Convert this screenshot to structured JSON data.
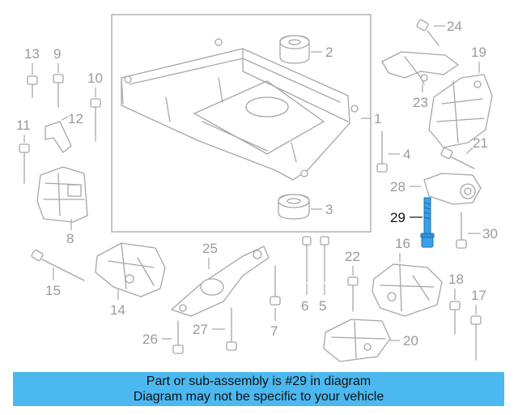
{
  "diagram": {
    "callouts": [
      "1",
      "2",
      "3",
      "4",
      "5",
      "6",
      "7",
      "8",
      "9",
      "10",
      "11",
      "12",
      "13",
      "14",
      "15",
      "16",
      "17",
      "18",
      "19",
      "20",
      "21",
      "22",
      "23",
      "24",
      "25",
      "26",
      "27",
      "28",
      "29",
      "30"
    ],
    "highlighted_part": "29",
    "colors": {
      "line_art": "#a6a6a6",
      "highlight": "#3aa0e8",
      "banner": "#4cb8f0",
      "text": "#111111"
    }
  },
  "banner": {
    "line1": "Part or sub-assembly is #29 in diagram",
    "line2": "Diagram may not be specific to your vehicle"
  }
}
